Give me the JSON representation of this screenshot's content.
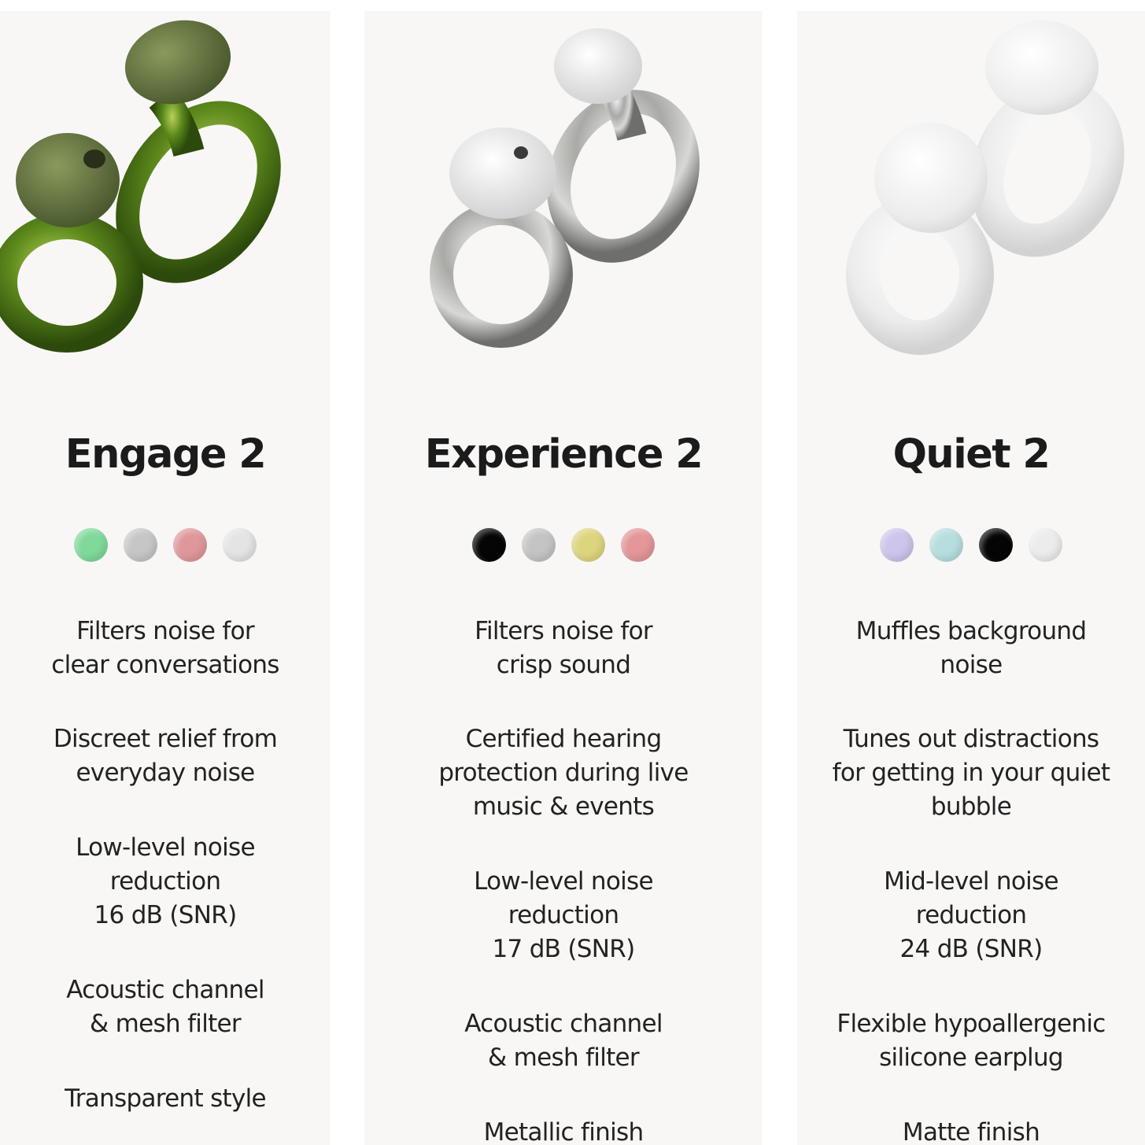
{
  "products": [
    {
      "name": "Engage 2",
      "swatches": [
        "#7fd99a",
        "#c6c6c6",
        "#e0979b",
        "#e4e4e4"
      ],
      "features": [
        [
          "Filters noise for",
          "clear conversations"
        ],
        [
          "Discreet relief from",
          "everyday noise"
        ],
        [
          "Low-level noise",
          "reduction",
          "16 dB (SNR)"
        ],
        [
          "Acoustic channel",
          "& mesh filter"
        ],
        [
          "Transparent style"
        ]
      ]
    },
    {
      "name": "Experience 2",
      "swatches": [
        "#050505",
        "#c4c4c4",
        "#ddd57e",
        "#e49698"
      ],
      "features": [
        [
          "Filters noise for",
          "crisp sound"
        ],
        [
          "Certified hearing",
          "protection during live",
          "music & events"
        ],
        [
          "Low-level noise",
          "reduction",
          "17 dB (SNR)"
        ],
        [
          "Acoustic channel",
          "& mesh filter"
        ],
        [
          "Metallic finish"
        ]
      ]
    },
    {
      "name": "Quiet 2",
      "swatches": [
        "#cdc5eb",
        "#b7dede",
        "#050505",
        "#ececec"
      ],
      "features": [
        [
          "Muffles background",
          "noise"
        ],
        [
          "Tunes out distractions",
          "for getting in your quiet",
          "bubble"
        ],
        [
          "Mid-level noise",
          "reduction",
          "24 dB (SNR)"
        ],
        [
          "Flexible hypoallergenic",
          "silicone earplug"
        ],
        [
          "Matte finish"
        ]
      ]
    }
  ]
}
